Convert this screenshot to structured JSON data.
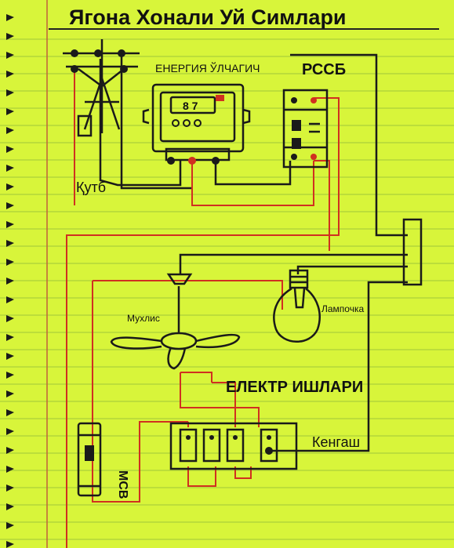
{
  "title": "Ягона Хонали Уй Симлари",
  "labels": {
    "energy_meter": "ЕНЕРГИЯ ЎЛЧАГИЧ",
    "rccb": "РССБ",
    "pole": "Қутб",
    "fan": "Мухлис",
    "bulb": "Лампочка",
    "electrical_works": "ЕЛЕКТР ИШЛАРИ",
    "board": "Кенгаш",
    "mcb": "MCB",
    "meter_display": "8 7"
  },
  "colors": {
    "paper": "#d8f53a",
    "ruling": "#9fc63a",
    "margin": "#c0623a",
    "live_wire": "#d03020",
    "neutral_wire": "#1a1a1a"
  }
}
